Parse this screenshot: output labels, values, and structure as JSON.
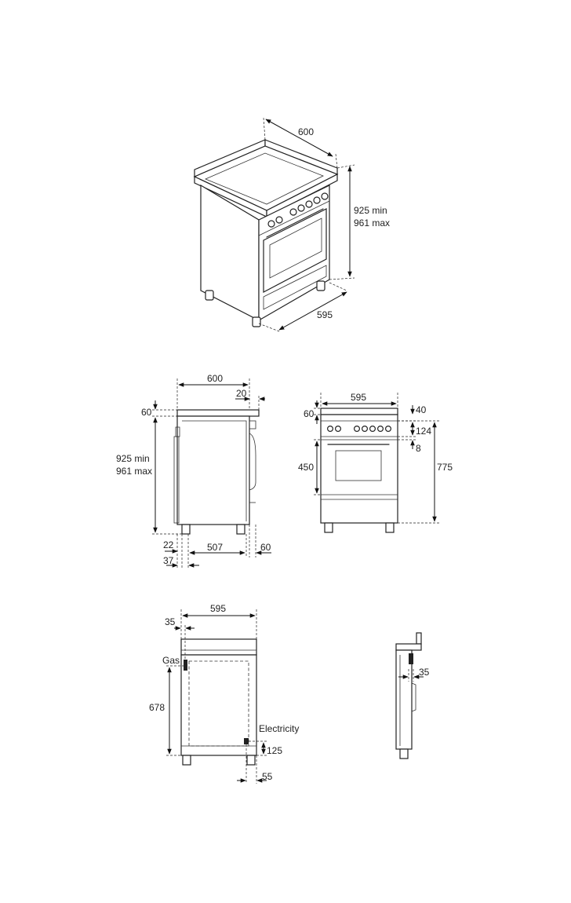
{
  "iso_view": {
    "depth": "600",
    "height_min": "925 min",
    "height_max": "961 max",
    "width": "595"
  },
  "side_view": {
    "depth": "600",
    "overhang": "20",
    "top": "60",
    "height_min": "925 min",
    "height_max": "961 max",
    "foot_offset_a": "22",
    "foot_offset_b": "37",
    "feet_span": "507",
    "rear": "60"
  },
  "front_view": {
    "width": "595",
    "top": "60",
    "panel_gap": "40",
    "panel": "124",
    "gap_small": "8",
    "oven_height": "450",
    "total": "775"
  },
  "rear_view": {
    "width": "595",
    "offset": "35",
    "gas_label": "Gas",
    "gas_height": "678",
    "electricity_label": "Electricity",
    "elec_height": "125",
    "elec_offset": "55"
  },
  "profile_view": {
    "depth": "35"
  }
}
